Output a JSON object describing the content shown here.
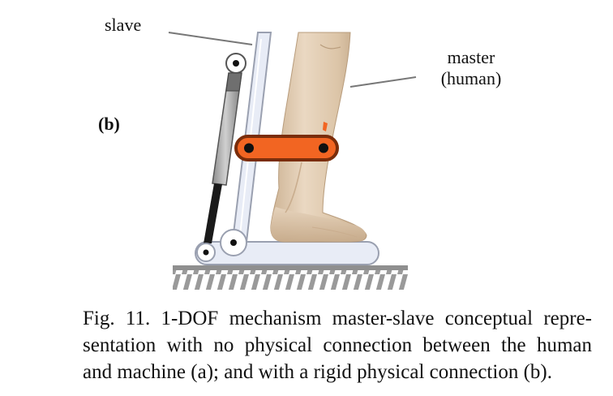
{
  "labels": {
    "slave": "slave",
    "master_line1": "master",
    "master_line2": "(human)",
    "panel": "(b)"
  },
  "caption": {
    "line1": "Fig. 11. 1-DOF mechanism master-slave conceptual repre-",
    "line2": "sentation with no physical connection between the human",
    "line3": "and machine (a); and with a rigid physical connection (b)."
  },
  "colors": {
    "frame_fill": "#e8ecf6",
    "frame_stroke": "#9aa0b0",
    "actuator_body": "#a9a9a9",
    "actuator_rod": "#1a1a1a",
    "cuff": "#f26522",
    "cuff_stroke": "#7a2d0a",
    "skin": "#e3cfb6",
    "skin_shadow": "#c9ad8e",
    "ground_hatch": "#9a9a9a"
  }
}
